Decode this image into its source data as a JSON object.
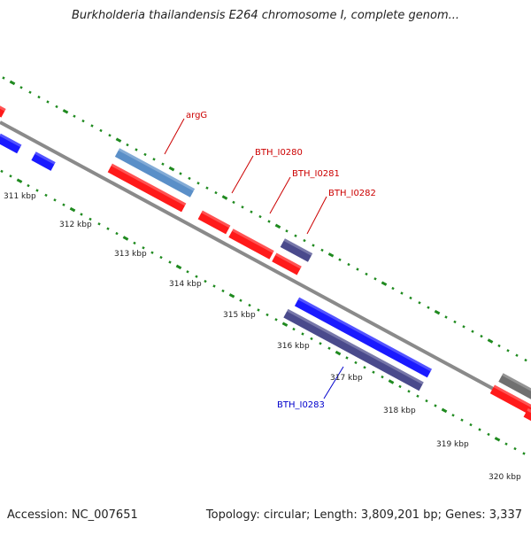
{
  "title": "Burkholderia thailandensis E264 chromosome I, complete genom...",
  "footer": {
    "accession": "Accession: NC_007651",
    "summary": "Topology: circular; Length: 3,809,201 bp; Genes: 3,337"
  },
  "colors": {
    "backbone": "#8a8a8a",
    "tick": "#1f8a1f",
    "forward_gene": "#ff1a1a",
    "reverse_gene": "#1a1aff",
    "steelblue_gene": "#5a8fc8",
    "slate_gene": "#4a4a8c",
    "gray_gene": "#707070",
    "label_red": "#cc0000",
    "label_blue": "#0000cc"
  },
  "scale_labels": [
    "311 kbp",
    "312 kbp",
    "313 kbp",
    "314 kbp",
    "315 kbp",
    "316 kbp",
    "317 kbp",
    "318 kbp",
    "319 kbp",
    "320 kbp"
  ],
  "gene_labels": [
    {
      "name": "argG",
      "color": "label_red"
    },
    {
      "name": "BTH_I0280",
      "color": "label_red"
    },
    {
      "name": "BTH_I0281",
      "color": "label_red"
    },
    {
      "name": "BTH_I0282",
      "color": "label_red"
    },
    {
      "name": "BTH_I0283",
      "color": "label_blue"
    }
  ]
}
